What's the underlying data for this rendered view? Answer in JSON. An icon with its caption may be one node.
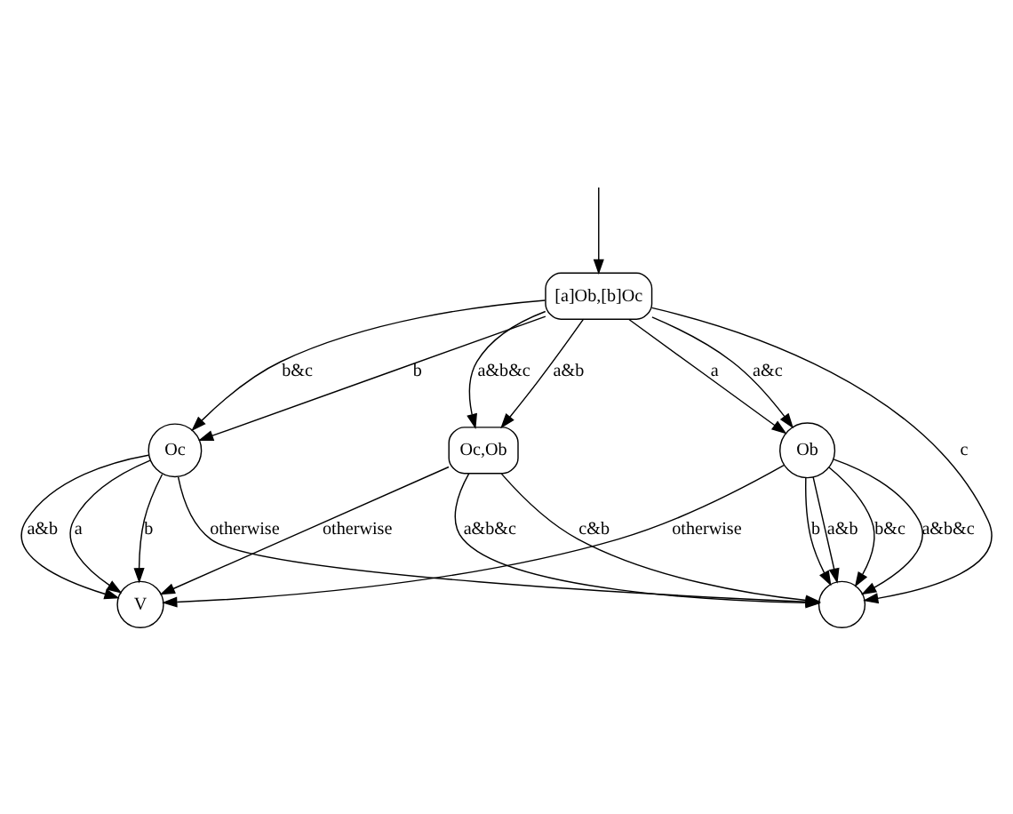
{
  "diagram": {
    "nodes": [
      {
        "text": [
          "[a]Ob,[b]Oc"
        ]
      },
      {
        "text": [
          "Oc"
        ]
      },
      {
        "text": [
          "Oc,Ob"
        ]
      },
      {
        "text": [
          "Ob"
        ]
      },
      {
        "text": [
          "V"
        ]
      },
      {
        "text": [],
        "shape": "circle"
      }
    ],
    "edges": [
      {
        "from": null,
        "to": 0,
        "arrow": "to"
      },
      {
        "from": 0,
        "to": 1,
        "arrow": "to",
        "label": "b&c"
      },
      {
        "from": 0,
        "to": 1,
        "arrow": "to",
        "label": "b"
      },
      {
        "from": 0,
        "to": 2,
        "arrow": "to",
        "label": "a&b&c"
      },
      {
        "from": 0,
        "to": 2,
        "arrow": "to",
        "label": "a&b"
      },
      {
        "from": 0,
        "to": 5,
        "arrow": "to",
        "label": "c"
      },
      {
        "from": 0,
        "to": 3,
        "arrow": "to",
        "label": "a"
      },
      {
        "from": 0,
        "to": 3,
        "arrow": "to",
        "label": "a&c"
      },
      {
        "from": 1,
        "to": 5,
        "arrow": "to",
        "label": "otherwise"
      },
      {
        "from": 1,
        "to": 4,
        "arrow": "to",
        "label": "a"
      },
      {
        "from": 1,
        "to": 4,
        "arrow": "to",
        "label": "b"
      },
      {
        "from": 1,
        "to": 4,
        "arrow": "to",
        "label": "a&b"
      },
      {
        "from": 2,
        "to": 4,
        "arrow": "to",
        "label": "otherwise"
      },
      {
        "from": 2,
        "to": 5,
        "arrow": "to",
        "label": "a&b&c"
      },
      {
        "from": 2,
        "to": 5,
        "arrow": "to",
        "label": "c&b"
      },
      {
        "from": 3,
        "to": 4,
        "arrow": "to",
        "label": "otherwise"
      },
      {
        "from": 3,
        "to": 5,
        "arrow": "to",
        "label": "b"
      },
      {
        "from": 3,
        "to": 5,
        "arrow": "to",
        "label": "a&b"
      },
      {
        "from": 3,
        "to": 5,
        "arrow": "to",
        "label": "b&c"
      },
      {
        "from": 3,
        "to": 5,
        "arrow": "to",
        "label": "a&b&c"
      }
    ]
  }
}
